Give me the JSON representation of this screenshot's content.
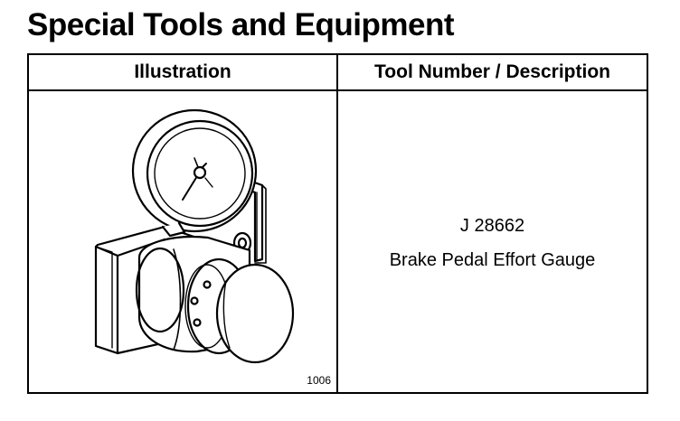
{
  "page": {
    "title": "Special Tools and Equipment"
  },
  "table": {
    "headers": {
      "illustration": "Illustration",
      "description": "Tool Number / Description"
    },
    "rows": [
      {
        "figure_number": "1006",
        "tool_number": "J 28662",
        "tool_description": "Brake Pedal Effort Gauge",
        "illustration_icon": "brake-pedal-effort-gauge-drawing"
      }
    ]
  }
}
